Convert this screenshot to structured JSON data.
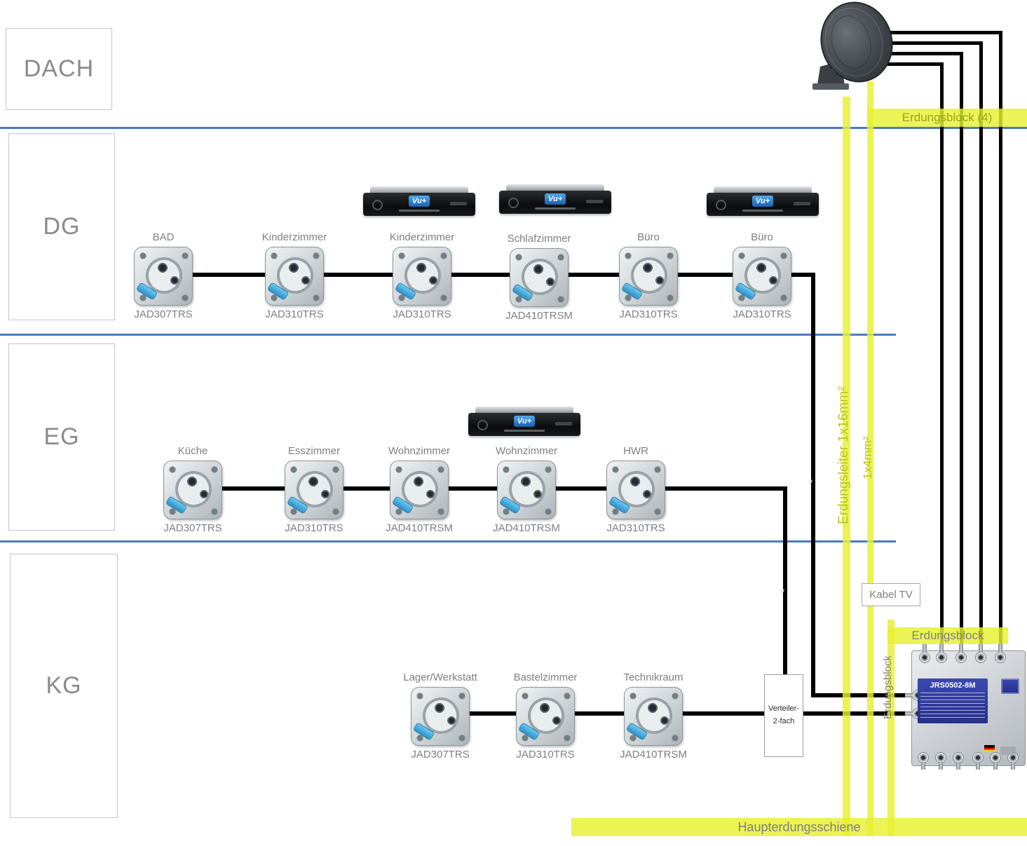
{
  "floors": {
    "dach": "DACH",
    "dg": "DG",
    "eg": "EG",
    "kg": "KG"
  },
  "dg_outlets": [
    {
      "room": "BAD",
      "model": "JAD307TRS"
    },
    {
      "room": "Kinderzimmer",
      "model": "JAD310TRS"
    },
    {
      "room": "Kinderzimmer",
      "model": "JAD310TRS"
    },
    {
      "room": "Schlafzimmer",
      "model": "JAD410TRSM"
    },
    {
      "room": "Büro",
      "model": "JAD310TRS"
    },
    {
      "room": "Büro",
      "model": "JAD310TRS"
    }
  ],
  "eg_outlets": [
    {
      "room": "Küche",
      "model": "JAD307TRS"
    },
    {
      "room": "Esszimmer",
      "model": "JAD310TRS"
    },
    {
      "room": "Wohnzimmer",
      "model": "JAD410TRSM"
    },
    {
      "room": "Wohnzimmer",
      "model": "JAD410TRSM"
    },
    {
      "room": "HWR",
      "model": "JAD310TRS"
    }
  ],
  "kg_outlets": [
    {
      "room": "Lager/Werkstatt",
      "model": "JAD307TRS"
    },
    {
      "room": "Bastelzimmer",
      "model": "JAD310TRS"
    },
    {
      "room": "Technikraum",
      "model": "JAD410TRSM"
    }
  ],
  "receiver": {
    "logo": "Vu+"
  },
  "grounding": {
    "erdungsblock_top": "Erdungsblock (4)",
    "erdungsleiter": "Erdungsleiter 1x16mm²",
    "kleinleiter": "1x4mm²",
    "erdungsblock_right": "Erdungsblock",
    "erdungsblock_vertical": "Erdungsblock",
    "haupterdungsschiene": "Haupterdungsschiene"
  },
  "devices": {
    "verteiler": "Verteiler-2-fach",
    "multiswitch_model": "JRS0502-8M",
    "kabel_tv": "Kabel TV"
  },
  "marks": {
    "arrow": "v"
  },
  "colors": {
    "floor_separator": "#4a7cbe",
    "grounding_yellow": "#e7f02f",
    "cable_black": "#000000",
    "label_gray": "#7f7f7f"
  }
}
